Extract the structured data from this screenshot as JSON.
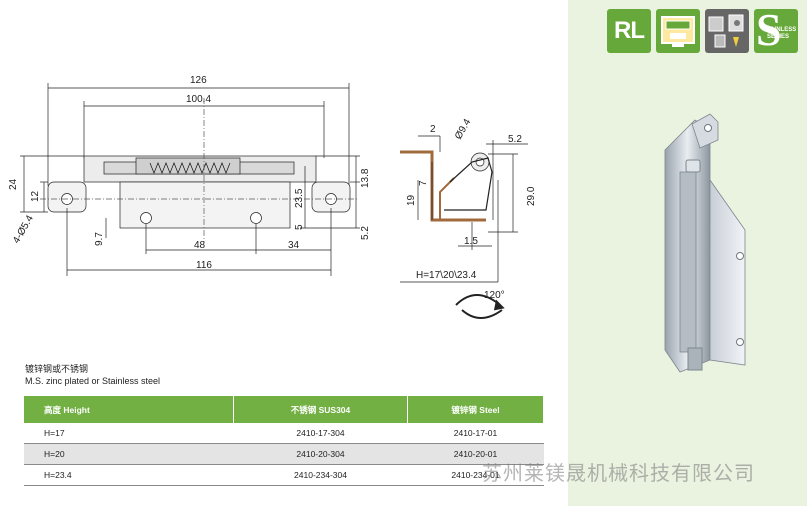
{
  "drawing_front": {
    "dim_126": "126",
    "dim_100_4": "100.4",
    "dim_24": "24",
    "dim_12": "12",
    "dim_holes": "4-Ø5.4",
    "dim_9_7": "9.7",
    "dim_48": "48",
    "dim_34": "34",
    "dim_116": "116",
    "dim_23_5": "23.5",
    "dim_5": "5",
    "dim_13_8": "13.8",
    "dim_5_2": "5.2"
  },
  "drawing_side": {
    "dim_2": "2",
    "dim_9_4": "Ø9.4",
    "dim_5_2": "5.2",
    "dim_7": "7",
    "dim_19": "19",
    "dim_29_0": "29.0",
    "dim_1_5": "1.5",
    "height_label": "H=17\\20\\23.4",
    "angle": "120°"
  },
  "logos": {
    "rl": "RL",
    "stainless_letter": "S",
    "stainless_text_1": "TAINLESS",
    "stainless_text_2": "SERIES"
  },
  "material": {
    "cn": "镀锌钢或不锈钢",
    "en": "M.S. zinc plated or Stainless steel"
  },
  "table": {
    "headers": [
      "高度 Height",
      "不锈钢 SUS304",
      "镀锌钢 Steel"
    ],
    "rows": [
      [
        "H=17",
        "2410-17-304",
        "2410-17-01"
      ],
      [
        "H=20",
        "2410-20-304",
        "2410-20-01"
      ],
      [
        "H=23.4",
        "2410-234-304",
        "2410-234-01"
      ]
    ]
  },
  "watermark": "苏州莱镁晟机械科技有限公司"
}
